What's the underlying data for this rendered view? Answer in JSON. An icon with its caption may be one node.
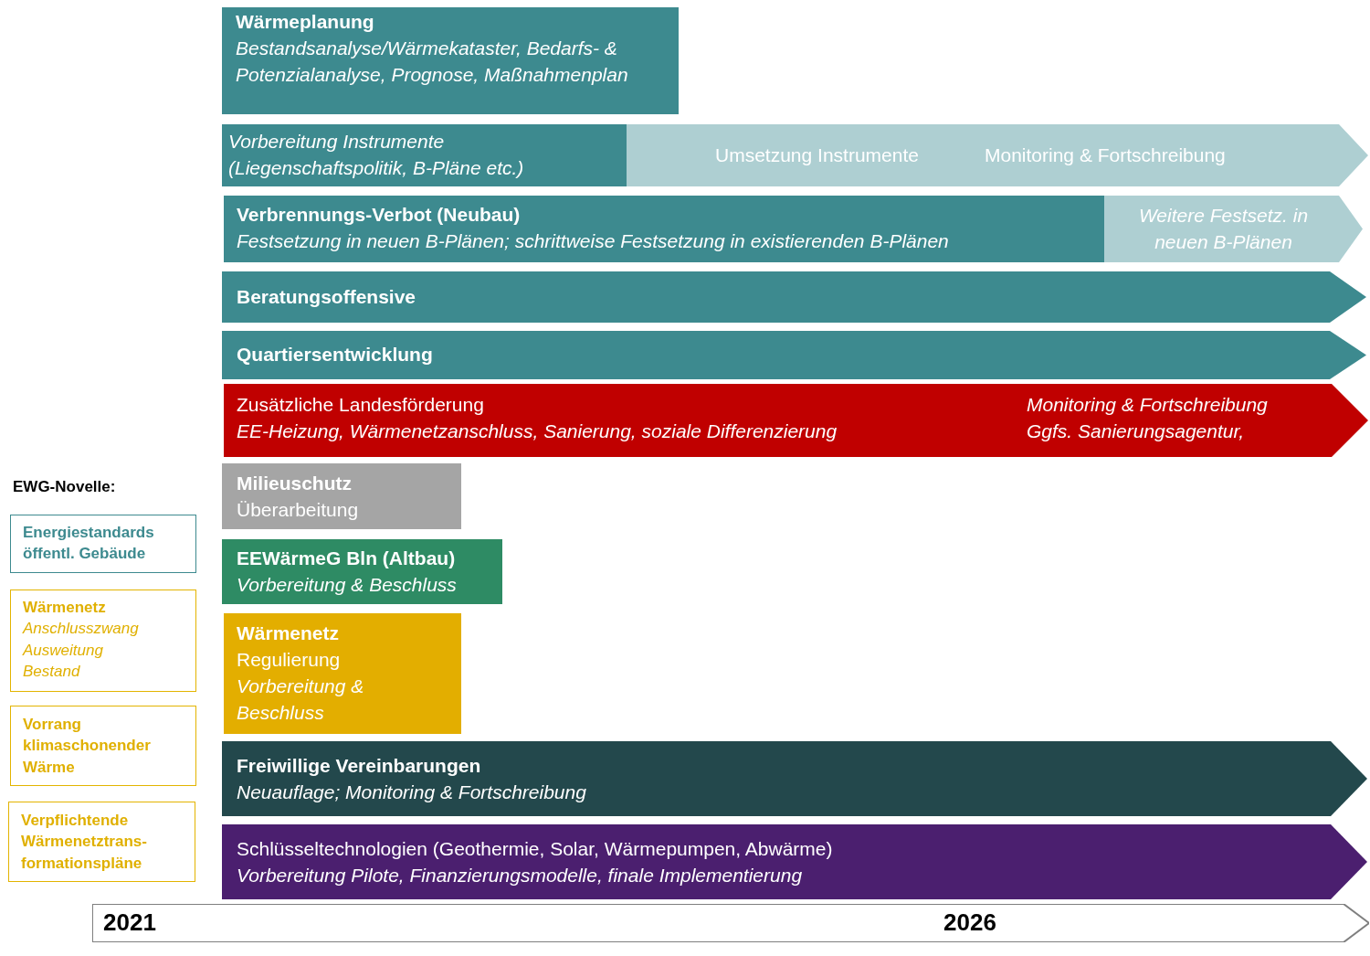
{
  "diagram": {
    "nodes": [
      {
        "text": [
          "Wärmeplanung",
          "Bestandsanalyse/Wärmekataster, Bedarfs- & Potenzialanalyse, Prognose, Maßnahmenplan"
        ]
      },
      {
        "text": [
          "Vorbereitung Instrumente (Liegenschaftspolitik, B-Pläne etc.)"
        ]
      },
      {
        "text": [
          "Umsetzung Instrumente",
          "Monitoring & Fortschreibung"
        ]
      },
      {
        "text": [
          "Verbrennungs-Verbot (Neubau)",
          "Festsetzung in neuen B-Plänen; schrittweise Festsetzung in existierenden B-Plänen"
        ]
      },
      {
        "text": [
          "Weitere Festsetz. in neuen B-Plänen"
        ]
      },
      {
        "text": [
          "Beratungsoffensive"
        ]
      },
      {
        "text": [
          "Quartiersentwicklung"
        ]
      },
      {
        "text": [
          "Zusätzliche Landesförderung",
          "EE-Heizung, Wärmenetzanschluss, Sanierung, soziale Differenzierung",
          "Monitoring & Fortschreibung",
          "Ggfs. Sanierungsagentur,"
        ]
      },
      {
        "text": [
          "Milieuschutz",
          "Überarbeitung"
        ]
      },
      {
        "text": [
          "EEWärmeG Bln (Altbau)",
          "Vorbereitung & Beschluss"
        ]
      },
      {
        "text": [
          "Wärmenetz",
          "Regulierung",
          "Vorbereitung & Beschluss"
        ]
      },
      {
        "text": [
          "Freiwillige Vereinbarungen",
          "Neuauflage; Monitoring & Fortschreibung"
        ]
      },
      {
        "text": [
          "Schlüsseltechnologien (Geothermie, Solar, Wärmepumpen, Abwärme)",
          "Vorbereitung Pilote, Finanzierungsmodelle, finale Implementierung"
        ]
      },
      {
        "text": [
          "Energiestandards öffentl. Gebäude"
        ]
      },
      {
        "text": [
          "Wärmenetz",
          "Anschlusszwang Ausweitung Bestand"
        ]
      },
      {
        "text": [
          "Vorrang klimaschonender Wärme"
        ]
      },
      {
        "text": [
          "Verpflichtende Wärmenetztrans- formationspläne"
        ]
      },
      {
        "text": [
          "2021",
          "2026"
        ]
      }
    ],
    "labels": [
      "EWG-Novelle:"
    ]
  }
}
